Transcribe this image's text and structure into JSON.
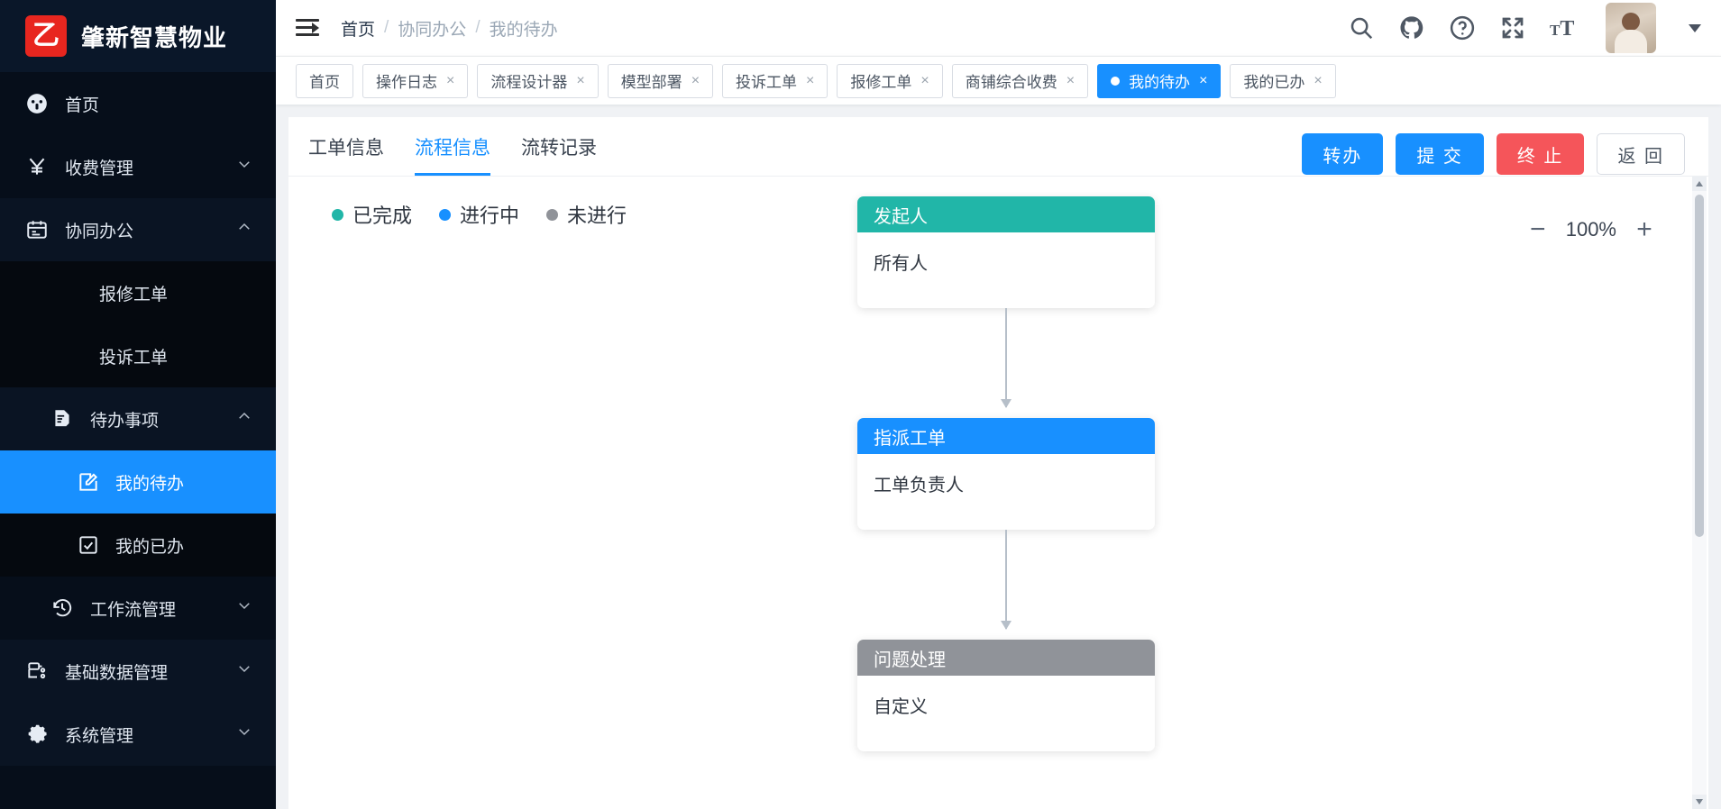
{
  "brand": {
    "logo_glyph": "乙",
    "name": "肇新智慧物业",
    "logo_color": "#e8261f"
  },
  "sidebar": {
    "items": [
      {
        "label": "首页",
        "icon": "dashboard-icon",
        "arrow": "",
        "level": 0,
        "active": false
      },
      {
        "label": "收费管理",
        "icon": "yen-icon",
        "arrow": "⌄",
        "level": 0,
        "active": false
      },
      {
        "label": "协同办公",
        "icon": "calendar-icon",
        "arrow": "⌃",
        "level": 0,
        "active": false
      },
      {
        "label": "报修工单",
        "icon": "",
        "arrow": "",
        "level": 1,
        "active": false
      },
      {
        "label": "投诉工单",
        "icon": "",
        "arrow": "",
        "level": 1,
        "active": false
      },
      {
        "label": "待办事项",
        "icon": "todo-doc-icon",
        "arrow": "⌃",
        "level": 1,
        "active": false
      },
      {
        "label": "我的待办",
        "icon": "edit-square-icon",
        "arrow": "",
        "level": 2,
        "active": true
      },
      {
        "label": "我的已办",
        "icon": "check-square-icon",
        "arrow": "",
        "level": 2,
        "active": false
      },
      {
        "label": "工作流管理",
        "icon": "history-icon",
        "arrow": "⌄",
        "level": 1,
        "active": false
      },
      {
        "label": "基础数据管理",
        "icon": "database-icon",
        "arrow": "⌄",
        "level": 0,
        "active": false
      },
      {
        "label": "系统管理",
        "icon": "gear-icon",
        "arrow": "⌄",
        "level": 0,
        "active": false
      }
    ]
  },
  "header": {
    "menu_toggle": "hamburger-collapse-icon",
    "breadcrumb": [
      "首页",
      "协同办公",
      "我的待办"
    ],
    "separator": "/",
    "tools": [
      "search-icon",
      "github-icon",
      "help-circle-icon",
      "fullscreen-icon",
      "font-size-icon"
    ],
    "avatar": "user-avatar",
    "caret": "chevron-down-icon"
  },
  "tabs": [
    {
      "label": "首页",
      "closable": false,
      "active": false
    },
    {
      "label": "操作日志",
      "closable": true,
      "active": false
    },
    {
      "label": "流程设计器",
      "closable": true,
      "active": false
    },
    {
      "label": "模型部署",
      "closable": true,
      "active": false
    },
    {
      "label": "投诉工单",
      "closable": true,
      "active": false
    },
    {
      "label": "报修工单",
      "closable": true,
      "active": false
    },
    {
      "label": "商铺综合收费",
      "closable": true,
      "active": false
    },
    {
      "label": "我的待办",
      "closable": true,
      "active": true
    },
    {
      "label": "我的已办",
      "closable": true,
      "active": false
    }
  ],
  "close_glyph": "×",
  "content_tabs": [
    {
      "label": "工单信息",
      "active": false
    },
    {
      "label": "流程信息",
      "active": true
    },
    {
      "label": "流转记录",
      "active": false
    }
  ],
  "actions": [
    {
      "label": "转办",
      "style": "primary"
    },
    {
      "label": "提 交",
      "style": "primary"
    },
    {
      "label": "终 止",
      "style": "danger"
    },
    {
      "label": "返 回",
      "style": "ghost"
    }
  ],
  "legend": [
    {
      "label": "已完成",
      "color": "#21b6a8"
    },
    {
      "label": "进行中",
      "color": "#1890ff"
    },
    {
      "label": "未进行",
      "color": "#909399"
    }
  ],
  "flow": {
    "nodes": [
      {
        "title": "发起人",
        "body": "所有人",
        "color": "#21b6a8",
        "status": "已完成"
      },
      {
        "title": "指派工单",
        "body": "工单负责人",
        "color": "#1890ff",
        "status": "进行中"
      },
      {
        "title": "问题处理",
        "body": "自定义",
        "color": "#909399",
        "status": "未进行"
      }
    ]
  },
  "zoom_control": {
    "minus": "−",
    "value": "100%",
    "plus": "+"
  }
}
